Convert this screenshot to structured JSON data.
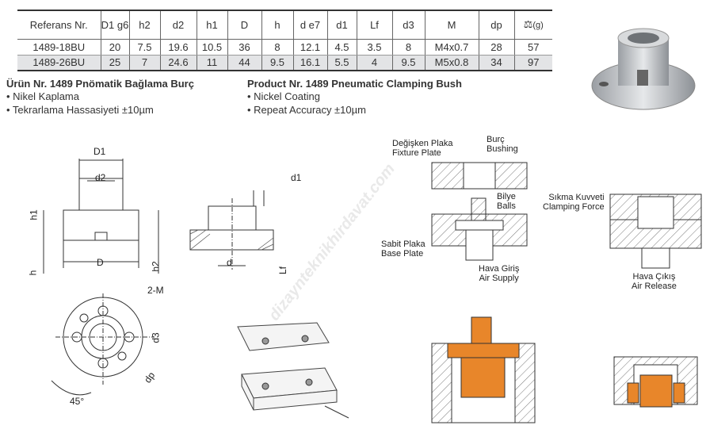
{
  "table": {
    "headers": [
      "Referans Nr.",
      "D1 g6",
      "h2",
      "d2",
      "h1",
      "D",
      "h",
      "d e7",
      "d1",
      "Lf",
      "d3",
      "M",
      "dp",
      "(g)"
    ],
    "rows": [
      [
        "1489-18BU",
        "20",
        "7.5",
        "19.6",
        "10.5",
        "36",
        "8",
        "12.1",
        "4.5",
        "3.5",
        "8",
        "M4x0.7",
        "28",
        "57"
      ],
      [
        "1489-26BU",
        "25",
        "7",
        "24.6",
        "11",
        "44",
        "9.5",
        "16.1",
        "5.5",
        "4",
        "9.5",
        "M5x0.8",
        "34",
        "97"
      ]
    ]
  },
  "tr": {
    "title": "Ürün Nr. 1489 Pnömatik Bağlama Burç",
    "items": [
      "• Nikel Kaplama",
      "• Tekrarlama Hassasiyeti ±10µm"
    ]
  },
  "en": {
    "title": "Product Nr. 1489 Pneumatic Clamping Bush",
    "items": [
      "• Nickel Coating",
      "• Repeat Accuracy ±10µm"
    ]
  },
  "dims": {
    "D1": "D1",
    "d2": "d2",
    "h1": "h1",
    "D": "D",
    "h": "h",
    "h2": "h2",
    "d1": "d1",
    "d": "d",
    "Lf": "Lf",
    "M": "2-M",
    "d3": "d3",
    "dp": "dp",
    "angle": "45°"
  },
  "labels": {
    "fixture": [
      "Değişken Plaka",
      "Fixture Plate"
    ],
    "bushing": [
      "Burç",
      "Bushing"
    ],
    "balls": [
      "Bilye",
      "Balls"
    ],
    "base": [
      "Sabit Plaka",
      "Base Plate"
    ],
    "air_supply": [
      "Hava Giriş",
      "Air Supply"
    ],
    "clamping": [
      "Sıkma Kuvveti",
      "Clamping Force"
    ],
    "air_release": [
      "Hava Çıkış",
      "Air Release"
    ]
  },
  "watermark": "dizaynteknikhirdavat.com",
  "colors": {
    "accent": "#e8862a",
    "table_alt": "#e3e4e6"
  }
}
